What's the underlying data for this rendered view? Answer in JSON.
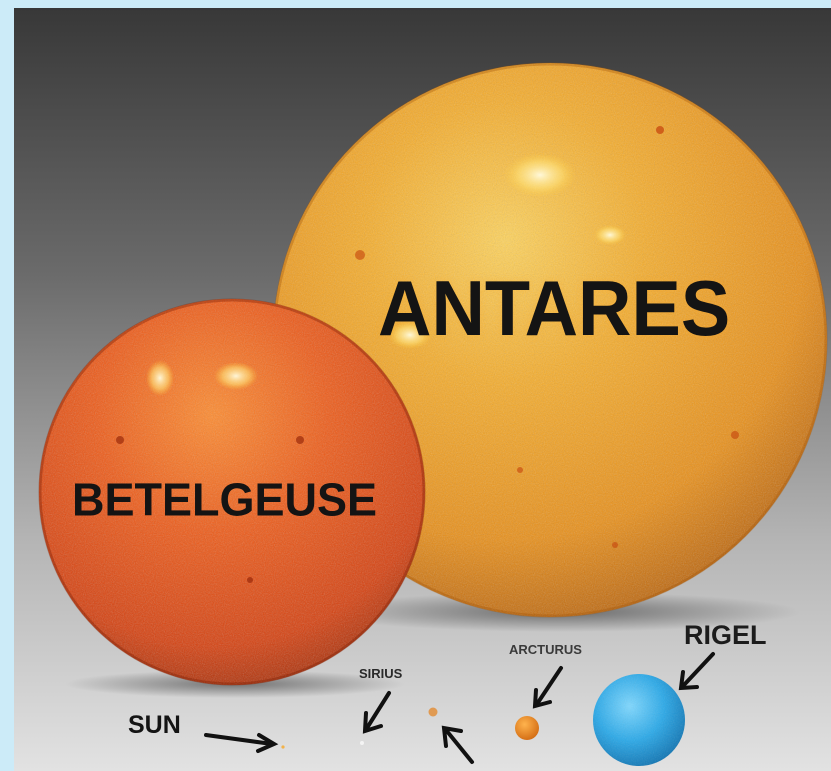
{
  "labels": {
    "antares": "ANTARES",
    "betelgeuse": "BETELGEUSE",
    "rigel": "RIGEL",
    "arcturus": "ARCTURUS",
    "sirius": "SIRIUS",
    "sun": "SUN"
  },
  "colors": {
    "frame": "#ccebf8",
    "background_top": "#3b3b3b",
    "background_bottom": "#dcdcdc",
    "antares": "#f0a21c",
    "betelgeuse": "#e04a12",
    "rigel": "#27a9e6",
    "arcturus": "#e8821e",
    "sirius": "#f4f4f4",
    "sun": "#f2b24a",
    "label_text": "#141414"
  }
}
